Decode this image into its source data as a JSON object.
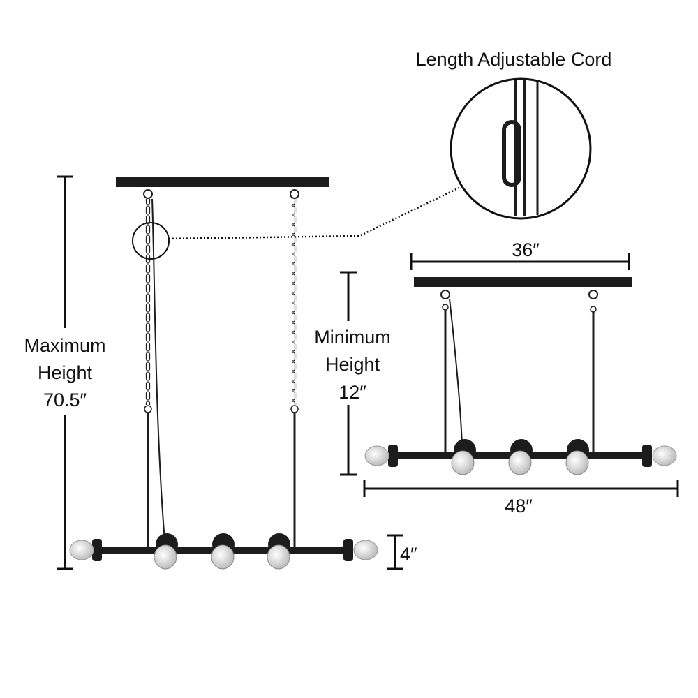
{
  "callout": {
    "title": "Length Adjustable Cord"
  },
  "max_height": {
    "line1": "Maximum",
    "line2": "Height",
    "line3": "70.5″"
  },
  "min_height": {
    "line1": "Minimum",
    "line2": "Height",
    "line3": "12″"
  },
  "canopy_width": {
    "label": "36″"
  },
  "fixture_width": {
    "label": "48″"
  },
  "shade_height": {
    "label": "4″"
  },
  "colors": {
    "metal": "#1c1c1c",
    "line": "#111111",
    "bulb": "#d8d8d8"
  }
}
